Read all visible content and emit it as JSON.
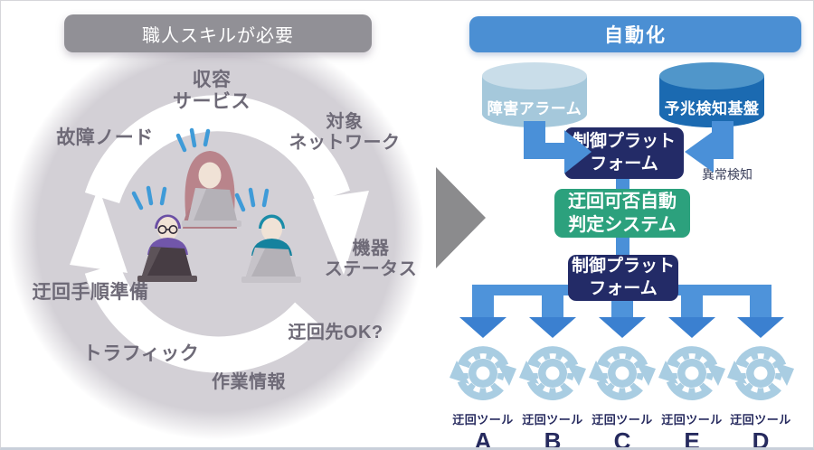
{
  "palette": {
    "left_header_bg": "#919096",
    "right_header_bg": "#4b8fd3",
    "cylinder_light_body": "#a5c8db",
    "cylinder_light_top": "#c9dde9",
    "cylinder_dark_body": "#1b6ab1",
    "cylinder_dark_top": "#5096ca",
    "navy_box": "#232b67",
    "green_box": "#2ca17d",
    "connector_blue": "#4a90d8",
    "branch_blue": "#4e93da",
    "arrowhead_blue": "#3b80d0",
    "gear_blue": "#a9cde2",
    "label_gray": "#6e6a77",
    "anomaly_text": "#3c415c",
    "tool_text": "#262a5e",
    "center_arrow_gray": "#8b8b8d",
    "circle_gray": "#d3d0d6",
    "ring_white": "#ffffff",
    "tick_blue": "#3f9bd8",
    "skin": "#f0e2d6",
    "woman_hair": "#b9848b",
    "woman_dress": "#b07d85",
    "man1_hair": "#6a4fa5",
    "man1_shirt": "#7156aa",
    "man1_laptop": "#473d44",
    "man1_laptop_light": "#5d5359",
    "man2_hair": "#1b8ca8",
    "man2_shirt": "#15829e",
    "laptop_gray": "#b4b1b7",
    "laptop_gray_light": "#c6c3c9"
  },
  "icons": {
    "tool_icon": "gear-cycle-icon",
    "manual_loop": "circular-arrows-icon",
    "transition": "right-triangle-arrow"
  },
  "left_panel": {
    "header": "職人スキルが必要",
    "labels": {
      "accommodation_service": "収容\nサービス",
      "target_network": "対象\nネットワーク",
      "failed_node": "故障ノード",
      "device_status": "機器\nステータス",
      "detour_procedure": "迂回手順準備",
      "detour_ok": "迂回先OK?",
      "traffic": "トラフィック",
      "work_info": "作業情報"
    }
  },
  "right_panel": {
    "header": "自動化",
    "fault_alarm": "障害アラーム",
    "predictive_platform": "予兆検知基盤",
    "control_platform_top": "制御プラット\nフォーム",
    "anomaly_detection": "異常検知",
    "judgement_system": "迂回可否自動\n判定システム",
    "control_platform_bottom": "制御プラット\nフォーム",
    "tools": [
      {
        "label": "迂回ツール",
        "letter": "A"
      },
      {
        "label": "迂回ツール",
        "letter": "B"
      },
      {
        "label": "迂回ツール",
        "letter": "C"
      },
      {
        "label": "迂回ツール",
        "letter": "E"
      },
      {
        "label": "迂回ツール",
        "letter": "D"
      }
    ]
  }
}
